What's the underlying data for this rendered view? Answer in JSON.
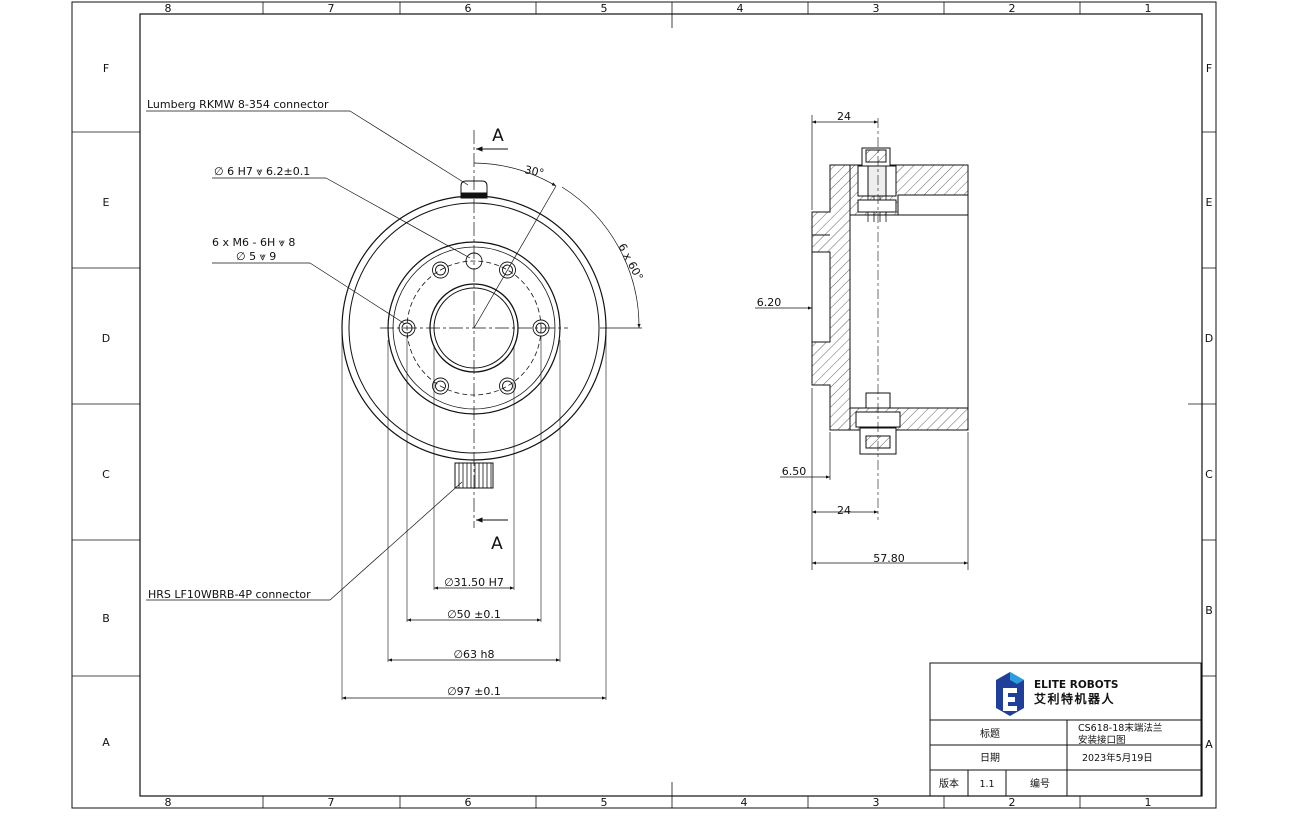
{
  "border": {
    "columns": [
      "8",
      "7",
      "6",
      "5",
      "4",
      "3",
      "2",
      "1"
    ],
    "rows": [
      "F",
      "E",
      "D",
      "C",
      "B",
      "A"
    ]
  },
  "front_view": {
    "section_marker": "A",
    "angle_30": "30°",
    "angle_6x60": "6 x 60°",
    "callouts": {
      "lumberg": "Lumberg RKMW 8-354 connector",
      "pin_hole": "∅ 6 H7 ⩔ 6.2±0.1",
      "tapped_holes_1": "6 x  M6 - 6H ⩔ 8",
      "tapped_holes_2": "∅ 5 ⩔ 9",
      "hrs": "HRS LF10WBRB-4P  connector"
    },
    "diameters": {
      "d31": "∅31.50 H7",
      "d50": "∅50 ±0.1",
      "d63": "∅63 h8",
      "d97": "∅97 ±0.1"
    }
  },
  "side_view": {
    "top_24": "24",
    "bottom_24": "24",
    "d620": "6.20",
    "d650": "6.50",
    "d5780": "57.80"
  },
  "title_block": {
    "logo_en": "ELITE ROBOTS",
    "logo_cn": "艾利特机器人",
    "logo_colors": {
      "blue": "#1f3f9a",
      "cyan": "#2a9fe0"
    },
    "title_label": "标题",
    "title_value_1": "CS618-18末端法兰",
    "title_value_2": "安装接口图",
    "date_label": "日期",
    "date_value": "2023年5月19日",
    "version_label": "版本",
    "version_value": "1.1",
    "number_label": "编号",
    "number_value": ""
  }
}
